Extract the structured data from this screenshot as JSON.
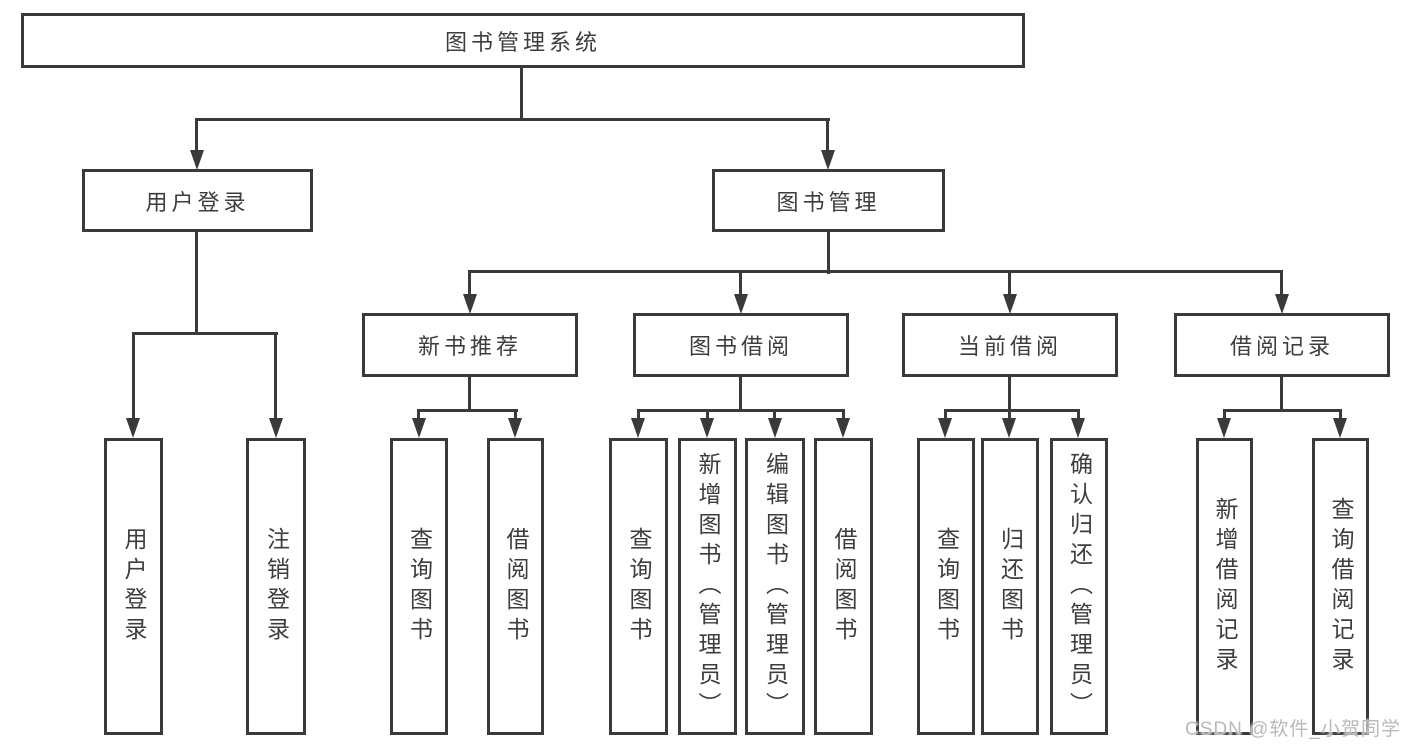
{
  "diagram_title": "图书管理系统",
  "tree": {
    "label": "图书管理系统",
    "children": [
      {
        "label": "用户登录",
        "children": [
          {
            "label": "用户登录"
          },
          {
            "label": "注销登录"
          }
        ]
      },
      {
        "label": "图书管理",
        "children": [
          {
            "label": "新书推荐",
            "children": [
              {
                "label": "查询图书"
              },
              {
                "label": "借阅图书"
              }
            ]
          },
          {
            "label": "图书借阅",
            "children": [
              {
                "label": "查询图书"
              },
              {
                "label": "新增图书（管理员）"
              },
              {
                "label": "编辑图书（管理员）"
              },
              {
                "label": "借阅图书"
              }
            ]
          },
          {
            "label": "当前借阅",
            "children": [
              {
                "label": "查询图书"
              },
              {
                "label": "归还图书"
              },
              {
                "label": "确认归还（管理员）"
              }
            ]
          },
          {
            "label": "借阅记录",
            "children": [
              {
                "label": "新增借阅记录"
              },
              {
                "label": "查询借阅记录"
              }
            ]
          }
        ]
      }
    ]
  },
  "watermark": {
    "text": "CSDN @软件_小贺同学"
  },
  "colors": {
    "line": "#3a3a3a",
    "text": "#3d3d3d",
    "background": "#ffffff",
    "watermark": "#b9b9b9"
  }
}
